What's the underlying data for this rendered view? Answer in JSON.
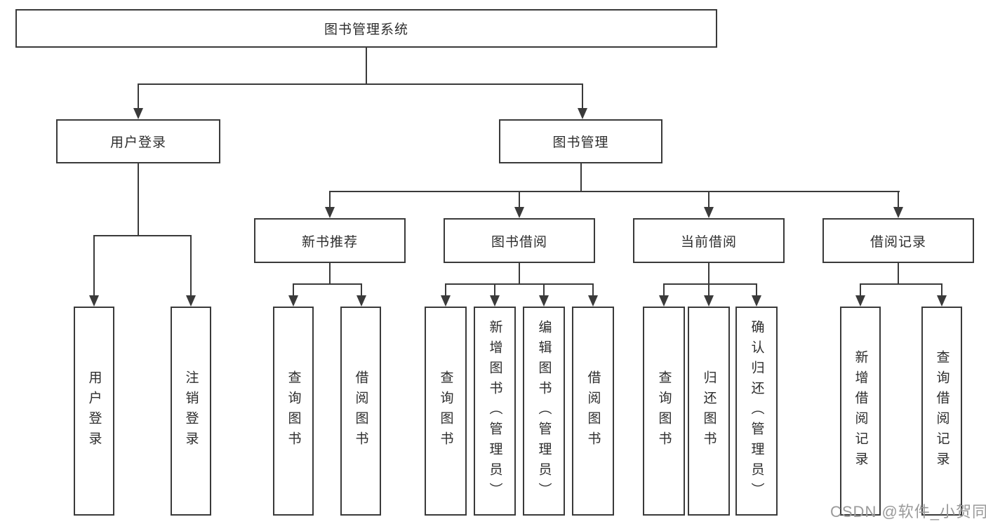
{
  "colors": {
    "line": "#3a3a3a",
    "text": "#2d2d2d",
    "watermark": "#9a9a9a",
    "background": "#ffffff"
  },
  "watermark": {
    "text": "CSDN @软件_小贺同学"
  },
  "tree": {
    "label": "图书管理系统",
    "children": [
      {
        "label": "用户登录",
        "children": [
          {
            "label": "用户登录"
          },
          {
            "label": "注销登录"
          }
        ]
      },
      {
        "label": "图书管理",
        "children": [
          {
            "label": "新书推荐",
            "children": [
              {
                "label": "查询图书"
              },
              {
                "label": "借阅图书"
              }
            ]
          },
          {
            "label": "图书借阅",
            "children": [
              {
                "label": "查询图书"
              },
              {
                "label": "新增图书（管理员）"
              },
              {
                "label": "编辑图书（管理员）"
              },
              {
                "label": "借阅图书"
              }
            ]
          },
          {
            "label": "当前借阅",
            "children": [
              {
                "label": "查询图书"
              },
              {
                "label": "归还图书"
              },
              {
                "label": "确认归还（管理员）"
              }
            ]
          },
          {
            "label": "借阅记录",
            "children": [
              {
                "label": "新增借阅记录"
              },
              {
                "label": "查询借阅记录"
              }
            ]
          }
        ]
      }
    ]
  }
}
